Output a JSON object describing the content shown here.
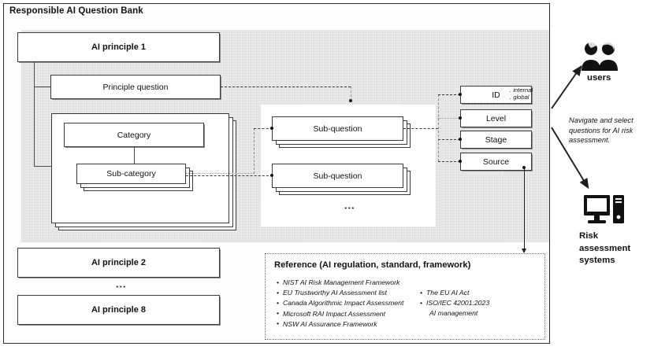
{
  "frame": {
    "title": "Responsible AI Question Bank"
  },
  "principles": {
    "first": "AI principle 1",
    "second": "AI principle 2",
    "last": "AI principle 8",
    "ellipsis": "⋮"
  },
  "question_tree": {
    "principle_question": "Principle question",
    "category": "Category",
    "sub_category": "Sub-category",
    "sub_question_1": "Sub-question",
    "sub_question_2": "Sub-question",
    "ellipsis": "⋮"
  },
  "attributes": {
    "id": "ID",
    "id_annotation_line1": ". internal",
    "id_annotation_line2": ". global",
    "level": "Level",
    "stage": "Stage",
    "source": "Source"
  },
  "reference": {
    "title": "Reference (AI regulation, standard, framework)",
    "column_left": [
      "NIST AI Risk Management Framework",
      "EU Trustworthy AI Assessment list",
      "Canada Algorithmic Impact Assessment",
      "Microsoft  RAI Impact Assessment",
      "NSW AI Assurance Framework"
    ],
    "column_right": [
      "The EU AI Act",
      "ISO/IEC 42001:2023",
      "AI management"
    ]
  },
  "actors": {
    "users_label": "users",
    "users_icon": "two-people-icon",
    "systems_label": "Risk\nassessment\nsystems",
    "systems_label_line1": "Risk",
    "systems_label_line2": "assessment",
    "systems_label_line3": "systems",
    "systems_icon": "desktop-computer-icon",
    "note": "Navigate and select questions for AI risk assessment."
  },
  "colors": {
    "border": "#3a3a3a",
    "frame": "#2b2b2b",
    "shade": "#f2f2f2",
    "text": "#111111",
    "connector": "#4a4a4a"
  }
}
